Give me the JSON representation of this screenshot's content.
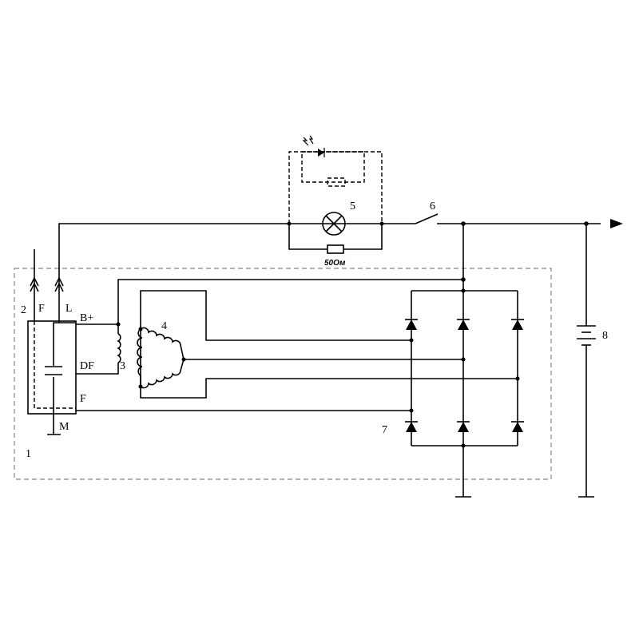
{
  "labels": {
    "unit_number": "1",
    "term_2": "2",
    "term_F_top": "F",
    "term_L": "L",
    "term_Bplus": "B+",
    "term_DF": "DF",
    "term_F_bottom": "F",
    "term_M": "M",
    "field_winding": "3",
    "stator_winding": "4",
    "lamp": "5",
    "switch": "6",
    "rectifier": "7",
    "battery": "8",
    "resistor_value": "50Ом"
  }
}
